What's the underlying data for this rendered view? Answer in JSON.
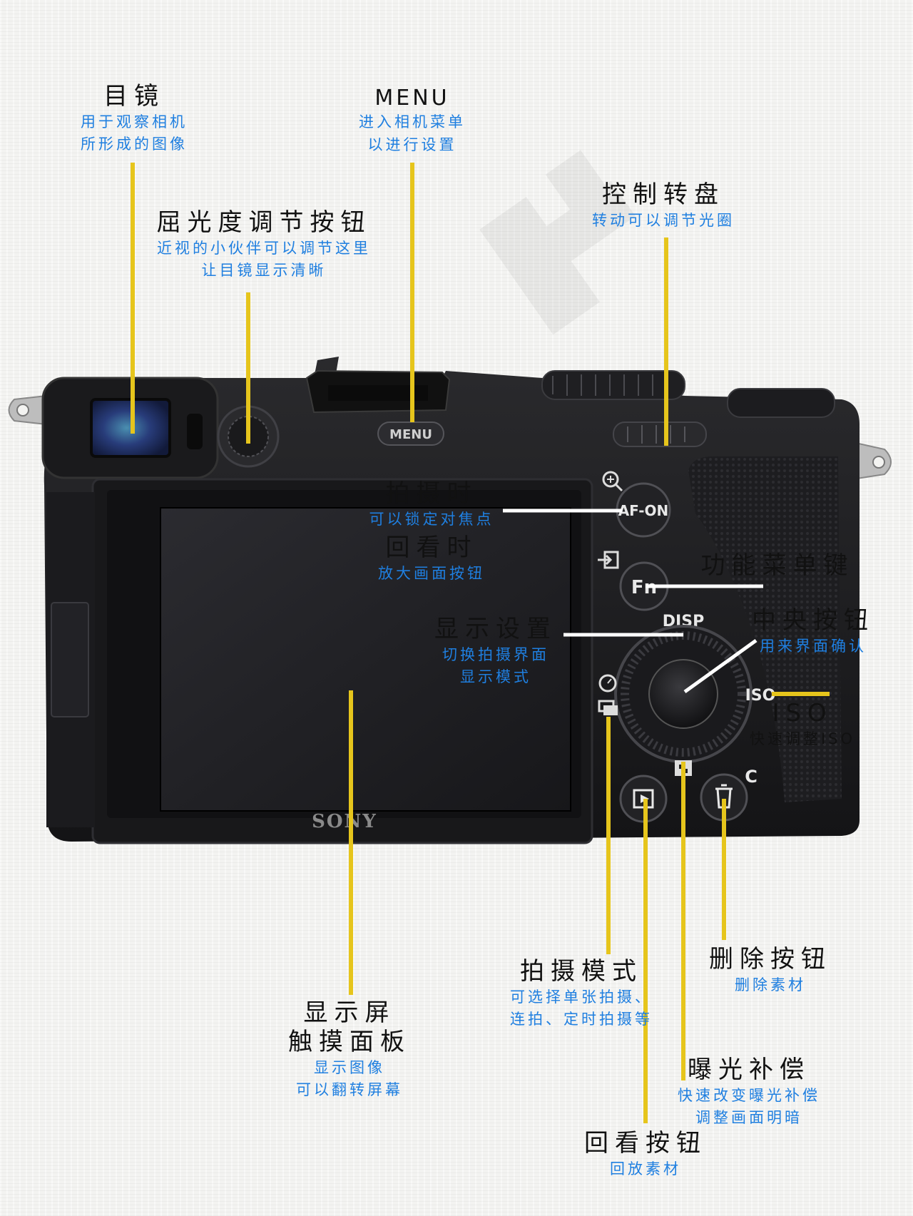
{
  "colors": {
    "leader_yellow": "#e6c51c",
    "leader_white": "#ffffff",
    "title_text": "#111111",
    "desc_text": "#1f7fe0",
    "camera_body": "#1b1b1d"
  },
  "camera": {
    "brand": "SONY",
    "buttons": {
      "menu": "MENU",
      "af_on": "AF-ON",
      "fn": "Fn",
      "disp": "DISP",
      "iso": "ISO",
      "c": "C"
    }
  },
  "callouts": {
    "eyepiece": {
      "title": "目镜",
      "desc": [
        "用于观察相机",
        "所形成的图像"
      ]
    },
    "menu": {
      "title": "MENU",
      "desc": [
        "进入相机菜单",
        "以进行设置"
      ]
    },
    "diopter": {
      "title": "屈光度调节按钮",
      "desc": [
        "近视的小伙伴可以调节这里",
        "让目镜显示清晰"
      ]
    },
    "control_dial": {
      "title": "控制转盘",
      "desc": [
        "转动可以调节光圈"
      ]
    },
    "af_on": {
      "title1": "拍摄时",
      "desc1": [
        "可以锁定对焦点"
      ],
      "title2": "回看时",
      "desc2": [
        "放大画面按钮"
      ]
    },
    "fn": {
      "title": "功能菜单键"
    },
    "center": {
      "title": "中央按钮",
      "desc": [
        "用来界面确认"
      ]
    },
    "display_setting": {
      "title": "显示设置",
      "desc": [
        "切换拍摄界面",
        "显示模式"
      ]
    },
    "iso": {
      "title": "ISO",
      "desc": [
        "快速调整ISO"
      ]
    },
    "delete": {
      "title": "删除按钮",
      "desc": [
        "删除素材"
      ]
    },
    "drive_mode": {
      "title": "拍摄模式",
      "desc": [
        "可选择单张拍摄、",
        "连拍、定时拍摄等"
      ]
    },
    "screen": {
      "title": [
        "显示屏",
        "触摸面板"
      ],
      "desc": [
        "显示图像",
        "可以翻转屏幕"
      ]
    },
    "exposure_comp": {
      "title": "曝光补偿",
      "desc": [
        "快速改变曝光补偿",
        "调整画面明暗"
      ]
    },
    "playback": {
      "title": "回看按钮",
      "desc": [
        "回放素材"
      ]
    }
  }
}
